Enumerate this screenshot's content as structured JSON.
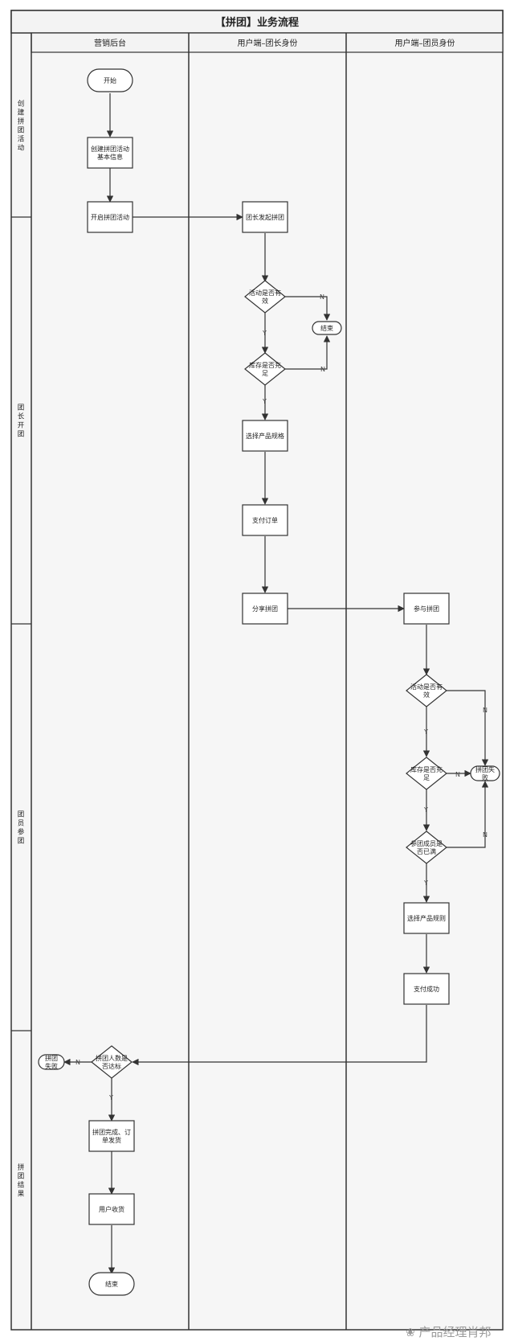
{
  "title": "【拼团】业务流程",
  "columns": [
    "营销后台",
    "用户端–团长身份",
    "用户端–团员身份"
  ],
  "phases": [
    "创建拼团活动",
    "团长开团",
    "团员参团",
    "拼团结果"
  ],
  "nodes": {
    "start": "开始",
    "create_info": "创建拼团活动\n基本信息",
    "open_activity": "开启拼团活动",
    "leader_start": "团长发起拼团",
    "leader_valid": "活动是否有\n效",
    "leader_end": "结束",
    "leader_stock": "库存是否充\n足",
    "leader_spec": "选择产品规格",
    "leader_pay": "支付订单",
    "leader_share": "分享拼团",
    "member_join": "参与拼团",
    "member_valid": "活动是否有\n效",
    "member_fail": "拼团失\n败",
    "member_stock": "库存是否充\n足",
    "member_full": "参团成员是\n否已满",
    "member_rule": "选择产品规则",
    "member_paid": "支付成功",
    "reach_target": "拼团人数是\n否达标",
    "result_fail": "拼团\n失败",
    "complete_ship": "拼团完成、订\n单发货",
    "receive": "用户收货",
    "final_end": "结束"
  },
  "edge_labels": {
    "yes": "Y",
    "no": "N"
  },
  "watermark": "产品经理肖邦",
  "colors": {
    "line": "#333333",
    "bg": "#f6f6f6",
    "header_bg": "#f3f3f3"
  }
}
